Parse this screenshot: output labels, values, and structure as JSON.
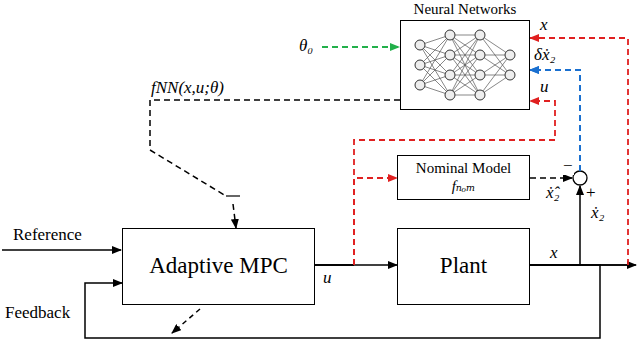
{
  "diagram": {
    "nodes": [
      {
        "text": [
          "Neural Networks"
        ]
      },
      {
        "text": [
          "Adaptive MPC"
        ]
      },
      {
        "text": [
          "Nominal Model",
          "fₙₒₘ"
        ]
      },
      {
        "text": [
          "Plant"
        ]
      }
    ],
    "edges": [
      {
        "from": 1,
        "to": 3,
        "arrow": "to",
        "label": "u"
      },
      {
        "from": 3,
        "to": 1,
        "arrow": "to",
        "label": "x"
      },
      {
        "from": 3,
        "to": 0,
        "arrow": "to",
        "label": "x"
      },
      {
        "from": 1,
        "to": 0,
        "arrow": "to",
        "label": "u"
      },
      {
        "from": 1,
        "to": 2,
        "arrow": "to"
      },
      {
        "from": 2,
        "to": 0,
        "arrow": "to",
        "label": "δẋ₂"
      },
      {
        "from": 3,
        "to": 0,
        "arrow": "to"
      },
      {
        "from": 0,
        "to": 1,
        "arrow": "to",
        "label": "fNN(x,u;θ)"
      }
    ],
    "labels": [
      "Reference",
      "Feedback",
      "θ₀",
      "−",
      "+",
      "ẋ₂",
      "ẋ̂₂"
    ]
  }
}
